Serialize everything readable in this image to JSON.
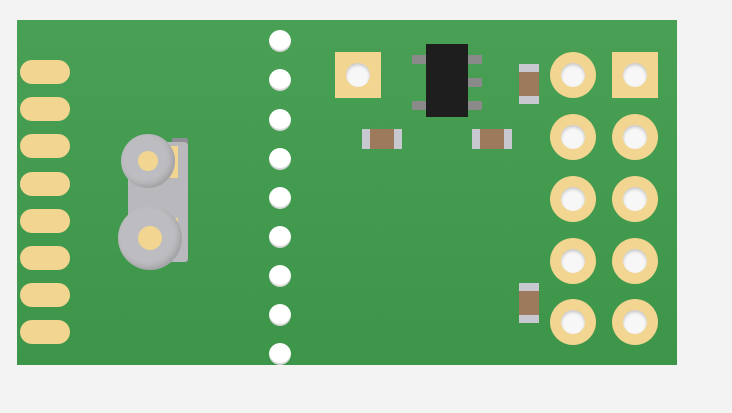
{
  "scene": {
    "subject": "pcb-board-3d-render",
    "colors": {
      "background": "#f3f3f3",
      "board": "#3f9b4c",
      "pad": "#f1d590",
      "hole": "#f7f7f7",
      "chip": "#1e1e1e",
      "chip_pin": "#8a8a8a",
      "resistor_body": "#9e7a5c",
      "resistor_terminal": "#c8c8d0",
      "connector_metal": "#bdbdc1"
    }
  },
  "board": {
    "edge_pad_count": 8,
    "via_count": 9,
    "square_pad_count": 2,
    "round_pad_count": 9,
    "smd_resistor_count": 4,
    "ic_pin_count": 5,
    "connector": "coaxial-connector"
  }
}
